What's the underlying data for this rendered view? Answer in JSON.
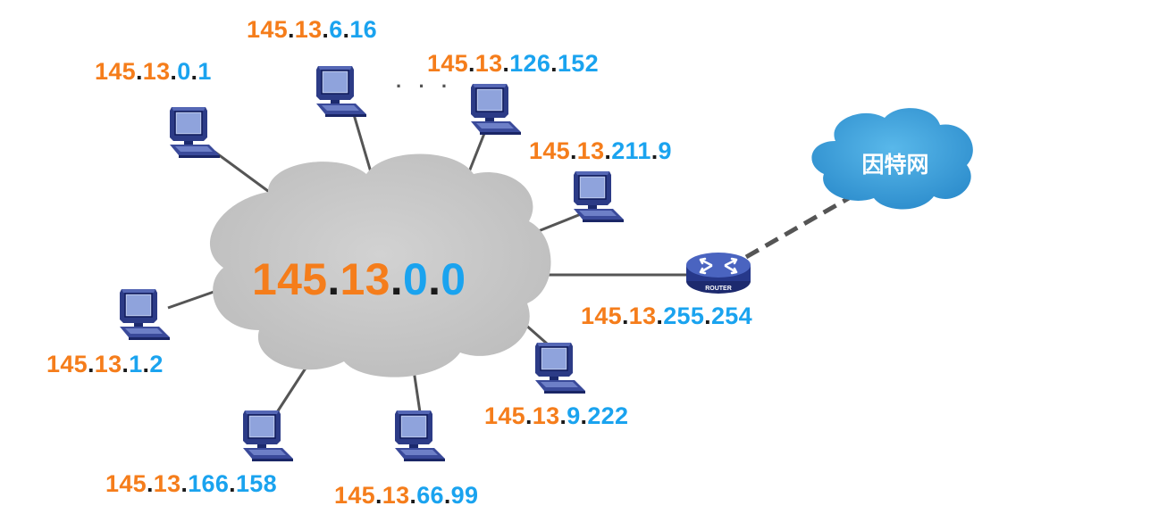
{
  "colors": {
    "network": "#f57d1b",
    "host": "#1aa3ef",
    "dot": "#1a1a1a",
    "cloud": "#c8c8c8",
    "internet_cloud": "#3aa0d8"
  },
  "network": {
    "address": [
      "145",
      "13",
      "0",
      "0"
    ]
  },
  "hosts": [
    {
      "id": "h1",
      "octets": [
        "145",
        "13",
        "0",
        "1"
      ]
    },
    {
      "id": "h2",
      "octets": [
        "145",
        "13",
        "6",
        "16"
      ]
    },
    {
      "id": "h3",
      "octets": [
        "145",
        "13",
        "126",
        "152"
      ]
    },
    {
      "id": "h4",
      "octets": [
        "145",
        "13",
        "211",
        "9"
      ]
    },
    {
      "id": "h5",
      "octets": [
        "145",
        "13",
        "1",
        "2"
      ]
    },
    {
      "id": "h6",
      "octets": [
        "145",
        "13",
        "166",
        "158"
      ]
    },
    {
      "id": "h7",
      "octets": [
        "145",
        "13",
        "66",
        "99"
      ]
    },
    {
      "id": "h8",
      "octets": [
        "145",
        "13",
        "9",
        "222"
      ]
    }
  ],
  "ellipsis": "· · ·",
  "router": {
    "octets": [
      "145",
      "13",
      "255",
      "254"
    ],
    "badge": "ROUTER"
  },
  "internet": {
    "label": "因特网"
  },
  "icons": {
    "host": "computer-icon",
    "router": "router-icon",
    "internet": "cloud-icon"
  }
}
